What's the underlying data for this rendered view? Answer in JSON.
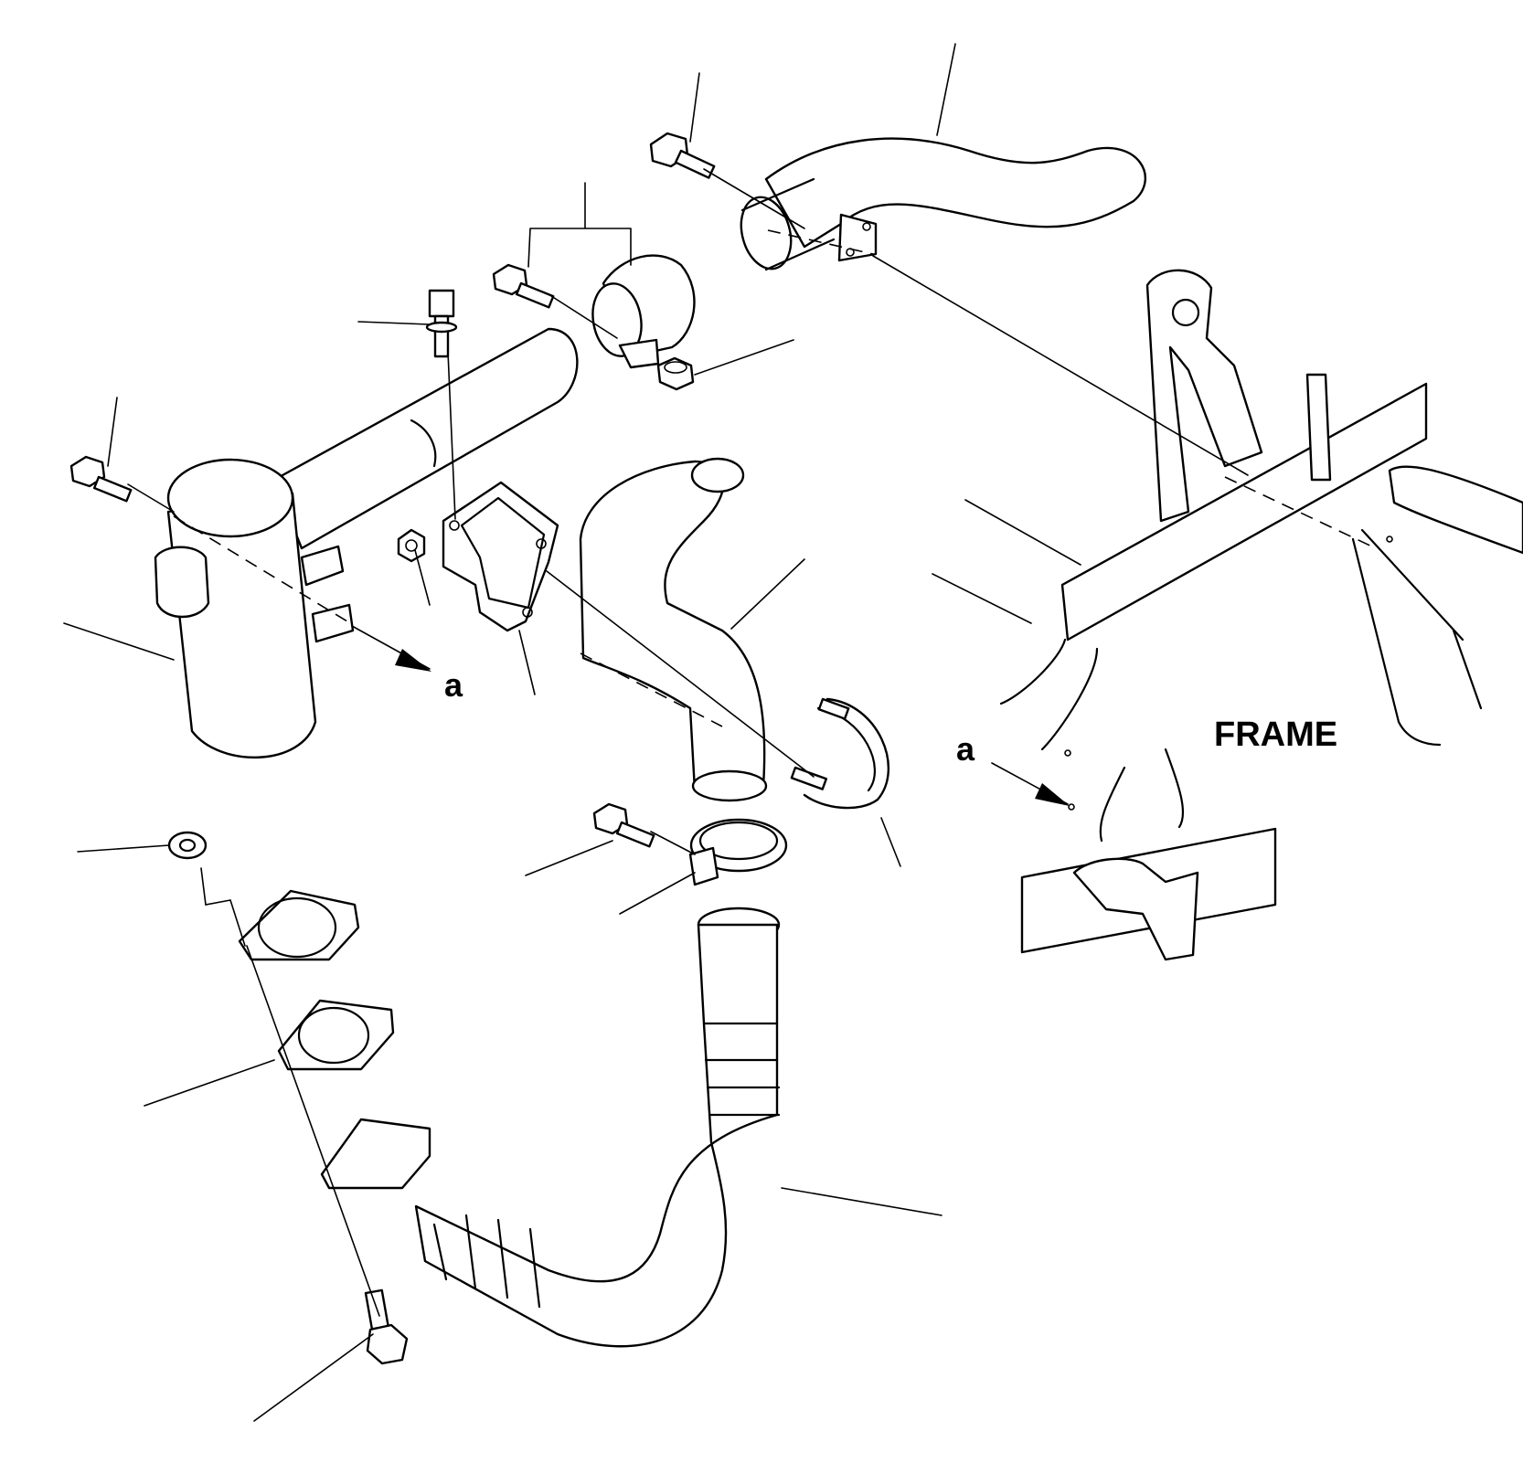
{
  "labels": {
    "frame": "FRAME",
    "ref_a_left": "a",
    "ref_a_right": "a"
  },
  "colors": {
    "line": "#000000",
    "background": "#ffffff"
  }
}
